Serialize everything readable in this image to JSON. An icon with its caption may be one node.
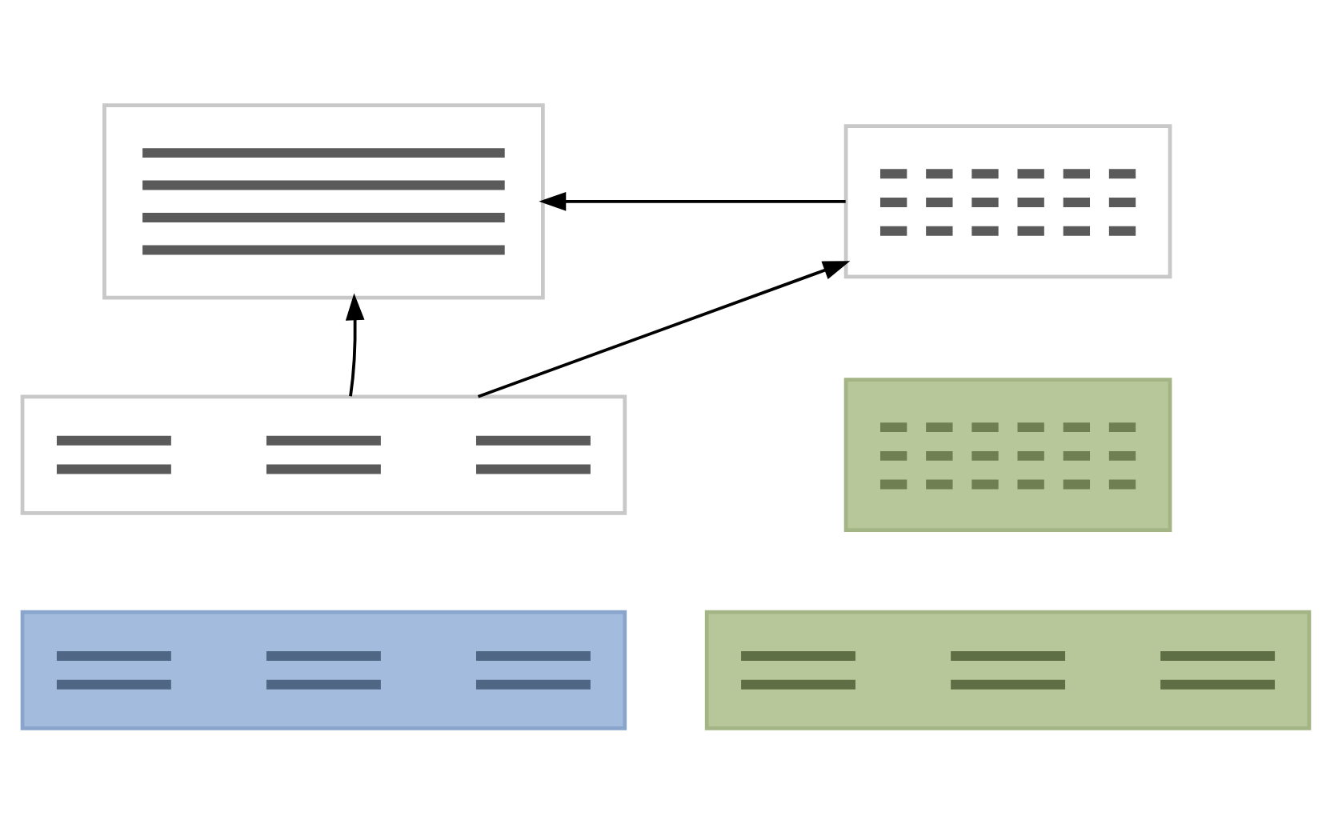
{
  "diagram": {
    "nodes": [
      {
        "text": [],
        "shape": "box"
      },
      {
        "text": [],
        "shape": "box"
      },
      {
        "text": [],
        "shape": "box"
      },
      {
        "text": [],
        "shape": "box"
      },
      {
        "text": [],
        "shape": "box"
      },
      {
        "text": [],
        "shape": "box"
      }
    ],
    "edges": [
      {
        "from": 3,
        "to": 0,
        "arrow": "to"
      },
      {
        "from": 1,
        "to": 0,
        "arrow": "to"
      },
      {
        "from": 3,
        "to": 1,
        "arrow": "to"
      }
    ]
  }
}
